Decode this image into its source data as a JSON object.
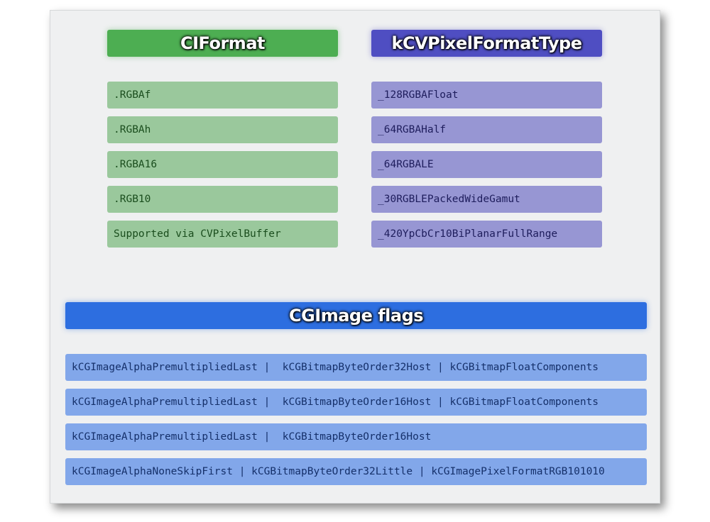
{
  "ciformat": {
    "title": "CIFormat",
    "items": [
      ".RGBAf",
      ".RGBAh",
      ".RGBA16",
      ".RGB10",
      "Supported via CVPixelBuffer"
    ]
  },
  "cvpixel": {
    "title": "kCVPixelFormatType",
    "items": [
      "_128RGBAFloat",
      "_64RGBAHalf",
      "_64RGBALE",
      "_30RGBLEPackedWideGamut",
      "_420YpCbCr10BiPlanarFullRange"
    ]
  },
  "cgimage": {
    "title": "CGImage flags",
    "items": [
      "kCGImageAlphaPremultipliedLast |  kCGBitmapByteOrder32Host | kCGBitmapFloatComponents",
      "kCGImageAlphaPremultipliedLast |  kCGBitmapByteOrder16Host | kCGBitmapFloatComponents",
      "kCGImageAlphaPremultipliedLast |  kCGBitmapByteOrder16Host",
      "kCGImageAlphaNoneSkipFirst | kCGBitmapByteOrder32Little | kCGImagePixelFormatRGB101010"
    ]
  },
  "colors": {
    "ciformat_header": "#4dae52",
    "ciformat_row": "#9ac89c",
    "cvpixel_header": "#4f4ec2",
    "cvpixel_row": "#9796d3",
    "cgimage_header": "#2d6ee0",
    "cgimage_row": "#82a7ea",
    "panel_background": "#eff0f1"
  }
}
